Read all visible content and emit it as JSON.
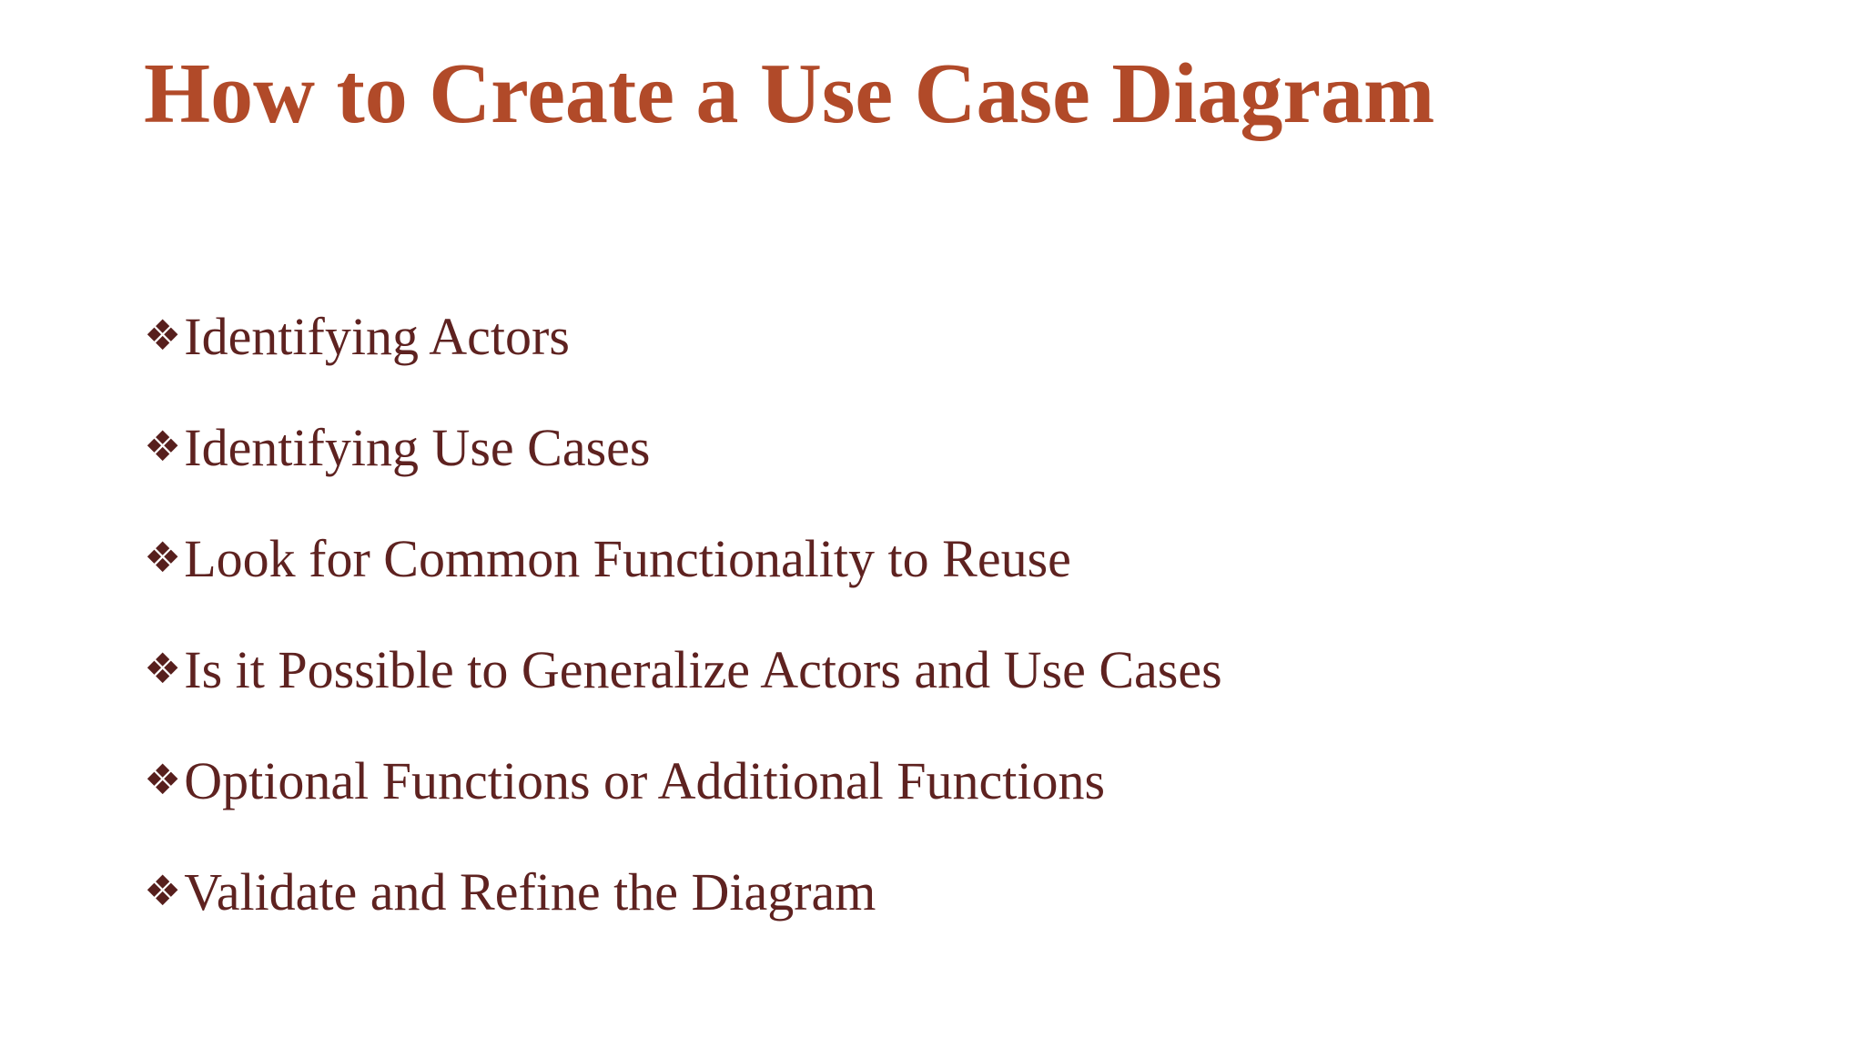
{
  "slide": {
    "title": "How to Create a Use Case Diagram",
    "bullet_glyph": "❖",
    "items": [
      "Identifying Actors",
      "Identifying Use Cases",
      "Look for Common Functionality to Reuse",
      "Is it Possible to Generalize Actors and Use Cases",
      "Optional Functions or Additional Functions",
      "Validate and Refine the Diagram"
    ],
    "colors": {
      "background": "#ffffff",
      "title": "#b14a29",
      "body_text": "#5e2220",
      "bullet": "#571f1d"
    }
  }
}
